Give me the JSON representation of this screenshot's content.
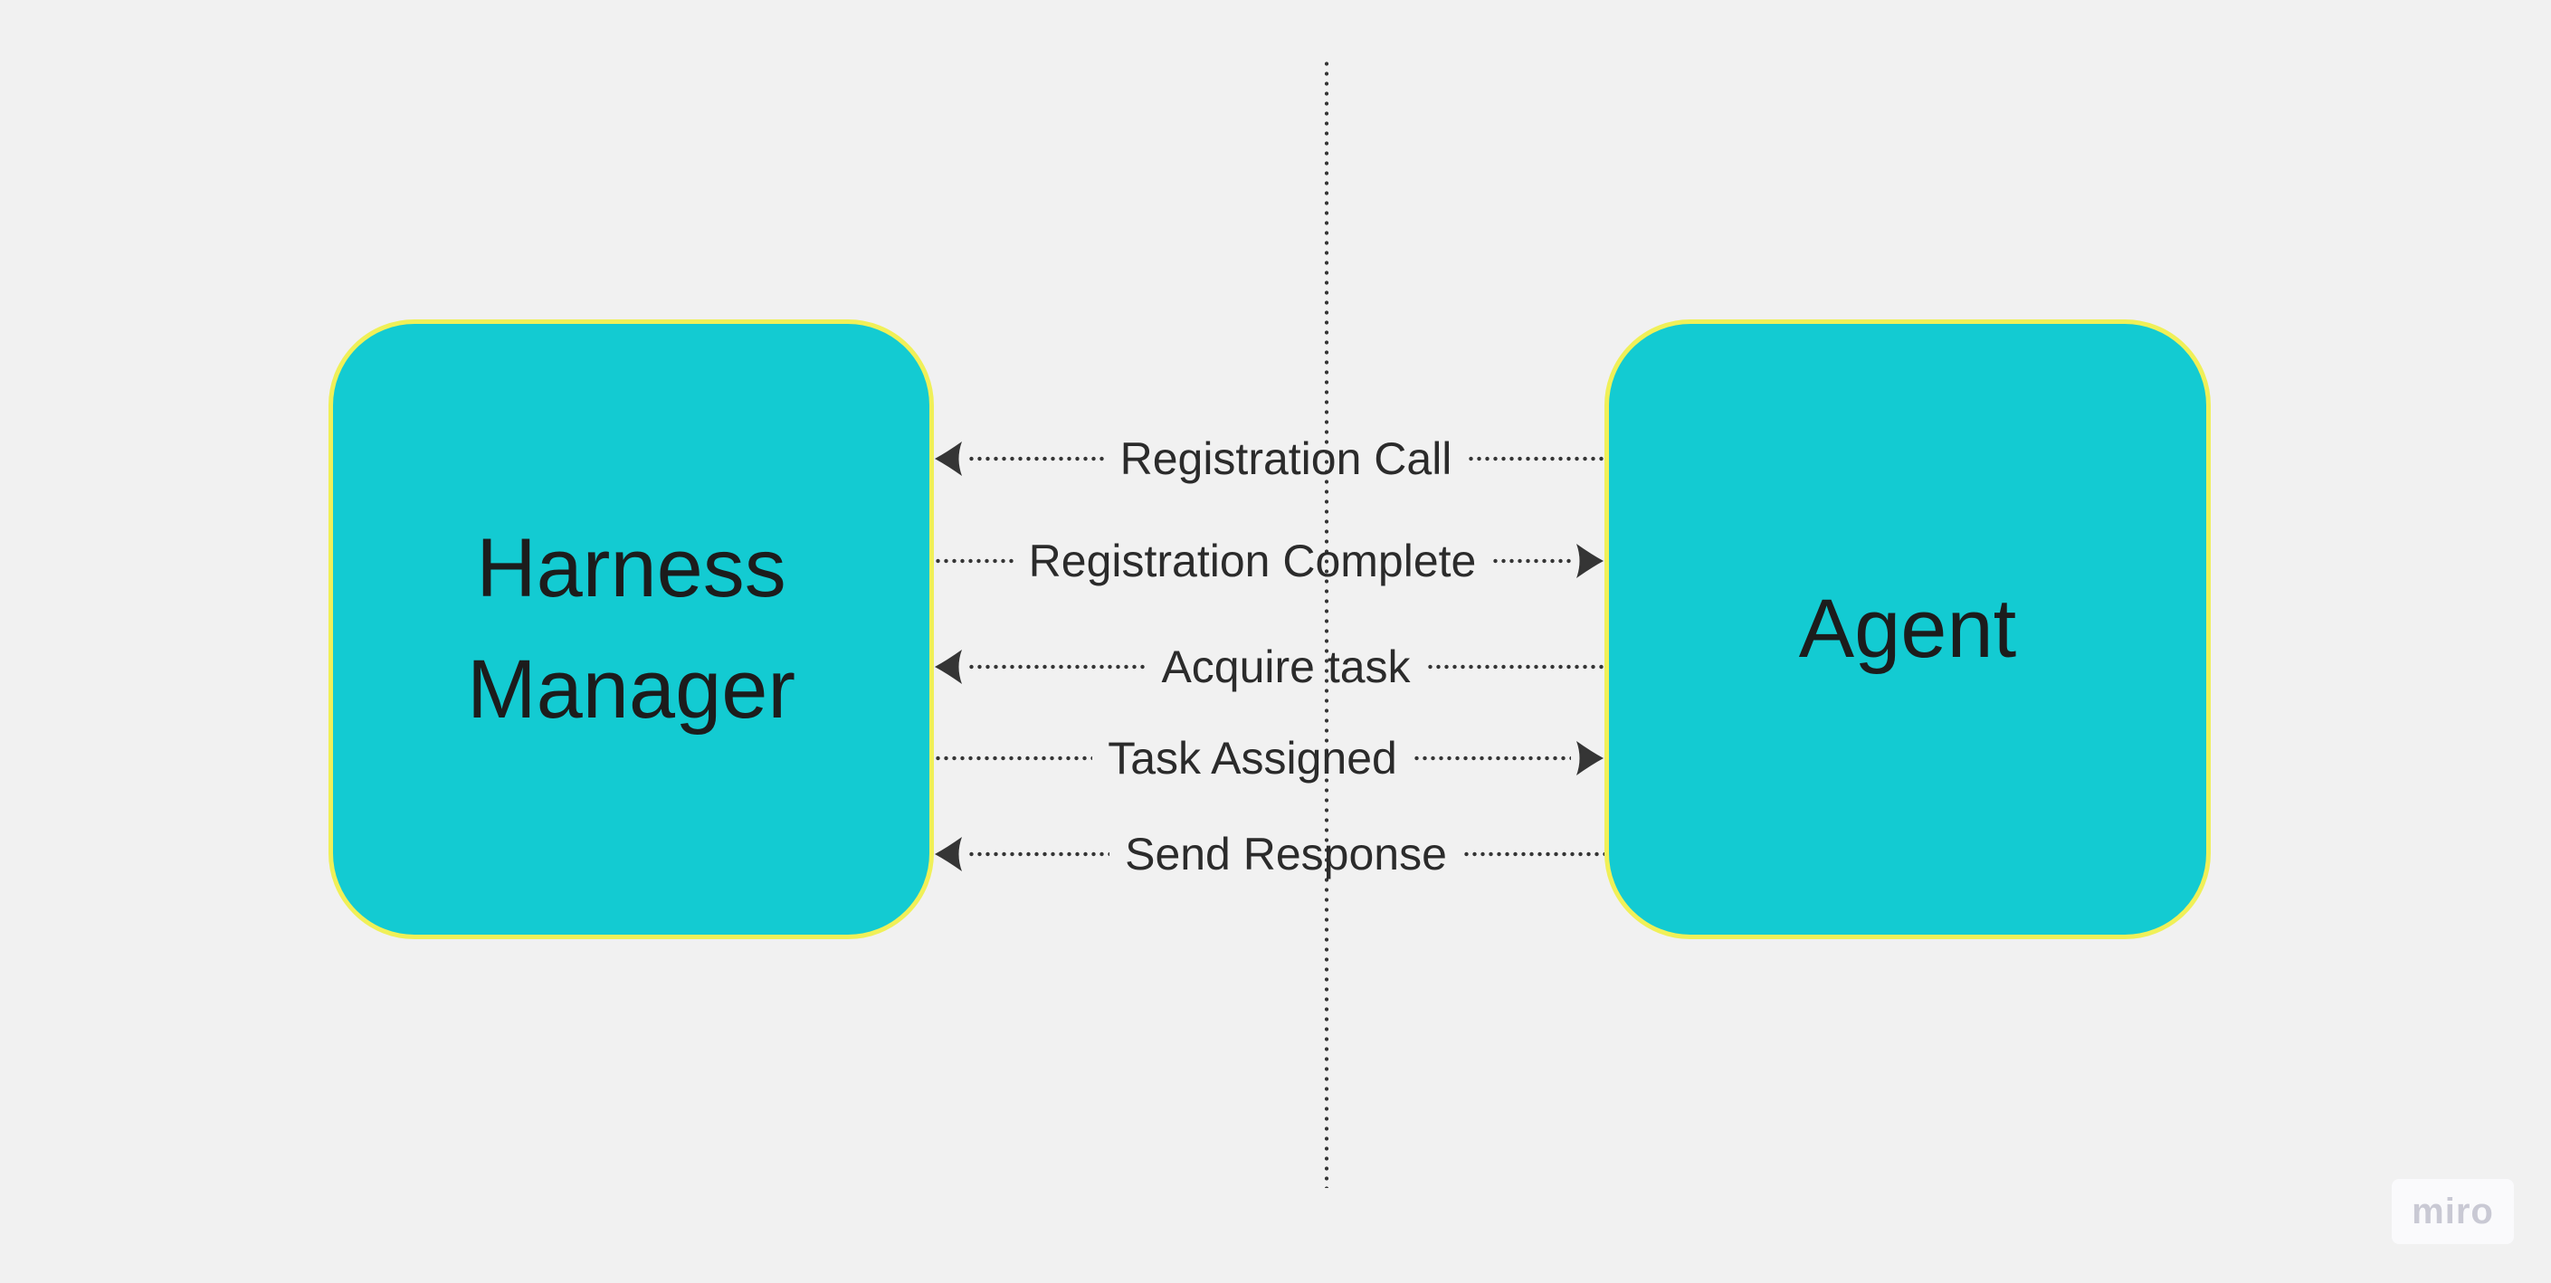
{
  "diagram": {
    "nodes": [
      {
        "id": "harness-manager",
        "label": "Harness Manager"
      },
      {
        "id": "agent",
        "label": "Agent"
      }
    ],
    "messages": [
      {
        "label": "Registration Call",
        "direction": "left"
      },
      {
        "label": "Registration Complete",
        "direction": "right"
      },
      {
        "label": "Acquire task",
        "direction": "left"
      },
      {
        "label": "Task Assigned",
        "direction": "right"
      },
      {
        "label": "Send Response",
        "direction": "left"
      }
    ]
  },
  "watermark": {
    "label": "miro"
  },
  "colors": {
    "background": "#F1F1F1",
    "node_fill": "#13CBD2",
    "node_border": "#F0F058",
    "node_text": "#1C1C1C",
    "connector_ink": "#353535",
    "message_text": "#2B2B2B",
    "watermark_bg": "#FAFAFC",
    "watermark_text": "#C9C9D4"
  }
}
